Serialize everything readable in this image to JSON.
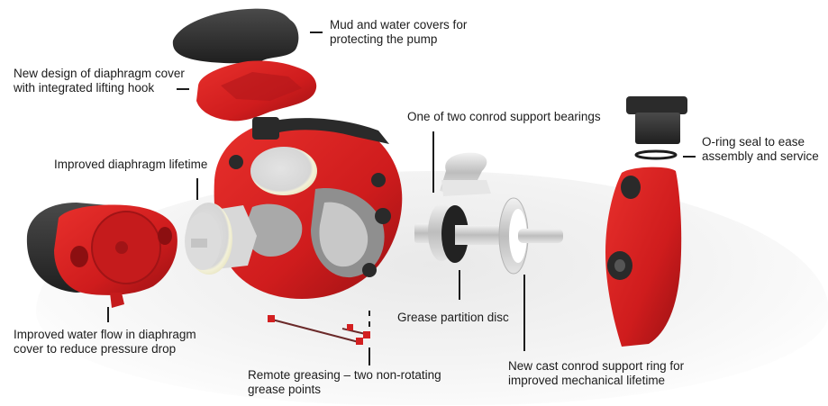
{
  "diagram": {
    "type": "exploded-view",
    "subject": "diaphragm pump",
    "colors": {
      "text": "#1c1c1c",
      "body_red": "#d31f20",
      "dark_red": "#9e1214",
      "black_parts": "#2a2a2a",
      "diaphragm": "#ecebe0",
      "metal": "#cfcfcf"
    },
    "callouts": [
      {
        "id": "mud-water-covers",
        "lines": [
          "Mud and water covers for",
          "protecting the pump"
        ]
      },
      {
        "id": "diaphragm-cover-design",
        "lines": [
          "New design of diaphragm cover",
          "with integrated lifting hook"
        ]
      },
      {
        "id": "conrod-bearings",
        "lines": [
          "One of two conrod support bearings"
        ]
      },
      {
        "id": "diaphragm-lifetime",
        "lines": [
          "Improved diaphragm lifetime"
        ]
      },
      {
        "id": "o-ring-seal",
        "lines": [
          "O-ring seal to ease",
          "assembly and service"
        ]
      },
      {
        "id": "water-flow",
        "lines": [
          "Improved water flow in diaphragm",
          "cover to reduce pressure drop"
        ]
      },
      {
        "id": "grease-partition",
        "lines": [
          "Grease partition disc"
        ]
      },
      {
        "id": "remote-greasing",
        "lines": [
          "Remote greasing – two non-rotating",
          "grease points"
        ]
      },
      {
        "id": "conrod-ring",
        "lines": [
          "New cast conrod support ring for",
          "improved mechanical lifetime"
        ]
      }
    ]
  }
}
